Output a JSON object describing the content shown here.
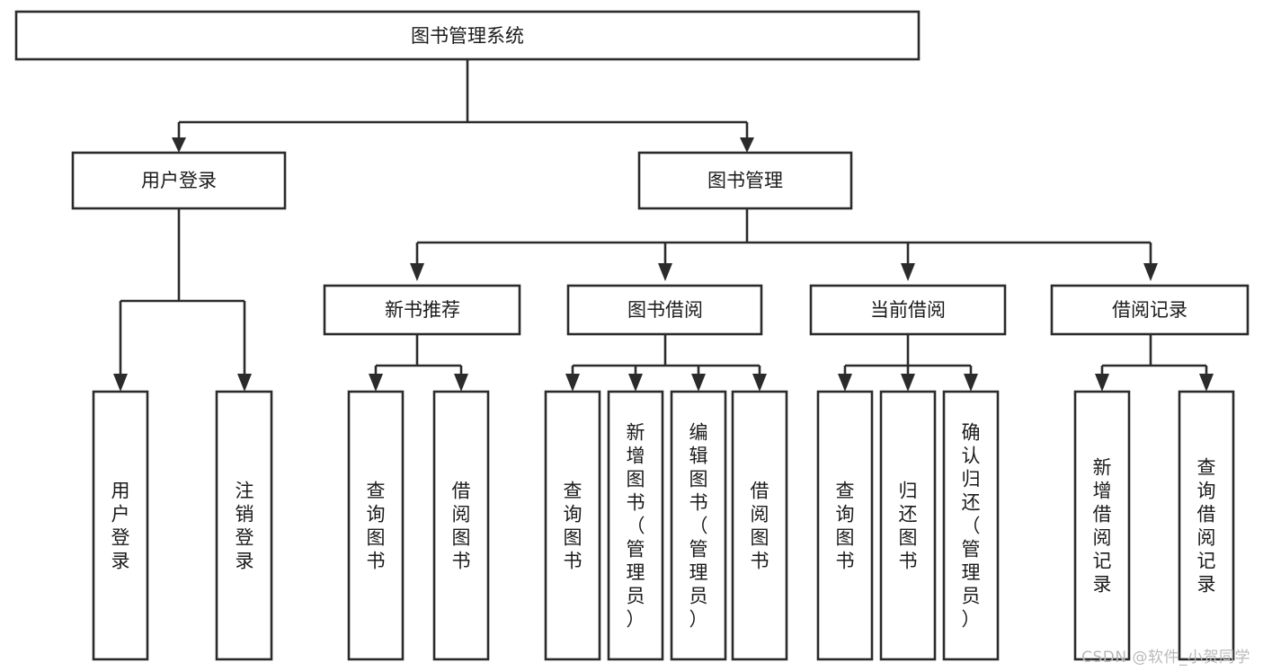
{
  "diagram": {
    "title": "图书管理系统",
    "type": "tree-hierarchy-diagram",
    "watermark": "CSDN @软件_小贺同学",
    "colors": {
      "stroke": "#2b2b2b",
      "fill": "#ffffff",
      "text": "#1b1b1b",
      "watermark": "#b9b9b9",
      "background": "#ffffff"
    },
    "root": {
      "id": "root",
      "label": "图书管理系统",
      "orientation": "horizontal"
    },
    "level1": [
      {
        "id": "user-login",
        "label": "用户登录",
        "orientation": "horizontal"
      },
      {
        "id": "book-management",
        "label": "图书管理",
        "orientation": "horizontal"
      }
    ],
    "level2": [
      {
        "id": "new-book-recommend",
        "label": "新书推荐",
        "parent": "book-management",
        "orientation": "horizontal"
      },
      {
        "id": "book-borrow",
        "label": "图书借阅",
        "parent": "book-management",
        "orientation": "horizontal"
      },
      {
        "id": "current-borrow",
        "label": "当前借阅",
        "parent": "book-management",
        "orientation": "horizontal"
      },
      {
        "id": "borrow-record",
        "label": "借阅记录",
        "parent": "book-management",
        "orientation": "horizontal"
      }
    ],
    "leaves": [
      {
        "id": "leaf-user-login",
        "label": "用户登录",
        "parent": "user-login",
        "orientation": "vertical"
      },
      {
        "id": "leaf-logout-login",
        "label": "注销登录",
        "parent": "user-login",
        "orientation": "vertical"
      },
      {
        "id": "leaf-query-book-1",
        "label": "查询图书",
        "parent": "new-book-recommend",
        "orientation": "vertical"
      },
      {
        "id": "leaf-borrow-book-1",
        "label": "借阅图书",
        "parent": "new-book-recommend",
        "orientation": "vertical"
      },
      {
        "id": "leaf-query-book-2",
        "label": "查询图书",
        "parent": "book-borrow",
        "orientation": "vertical"
      },
      {
        "id": "leaf-add-book",
        "label": "新增图书（管理员）",
        "parent": "book-borrow",
        "orientation": "vertical"
      },
      {
        "id": "leaf-edit-book",
        "label": "编辑图书（管理员）",
        "parent": "book-borrow",
        "orientation": "vertical"
      },
      {
        "id": "leaf-borrow-book-2",
        "label": "借阅图书",
        "parent": "book-borrow",
        "orientation": "vertical"
      },
      {
        "id": "leaf-query-book-3",
        "label": "查询图书",
        "parent": "current-borrow",
        "orientation": "vertical"
      },
      {
        "id": "leaf-return-book",
        "label": "归还图书",
        "parent": "current-borrow",
        "orientation": "vertical"
      },
      {
        "id": "leaf-confirm-return",
        "label": "确认归还（管理员）",
        "parent": "current-borrow",
        "orientation": "vertical"
      },
      {
        "id": "leaf-add-record",
        "label": "新增借阅记录",
        "parent": "borrow-record",
        "orientation": "vertical"
      },
      {
        "id": "leaf-query-record",
        "label": "查询借阅记录",
        "parent": "borrow-record",
        "orientation": "vertical"
      }
    ]
  }
}
